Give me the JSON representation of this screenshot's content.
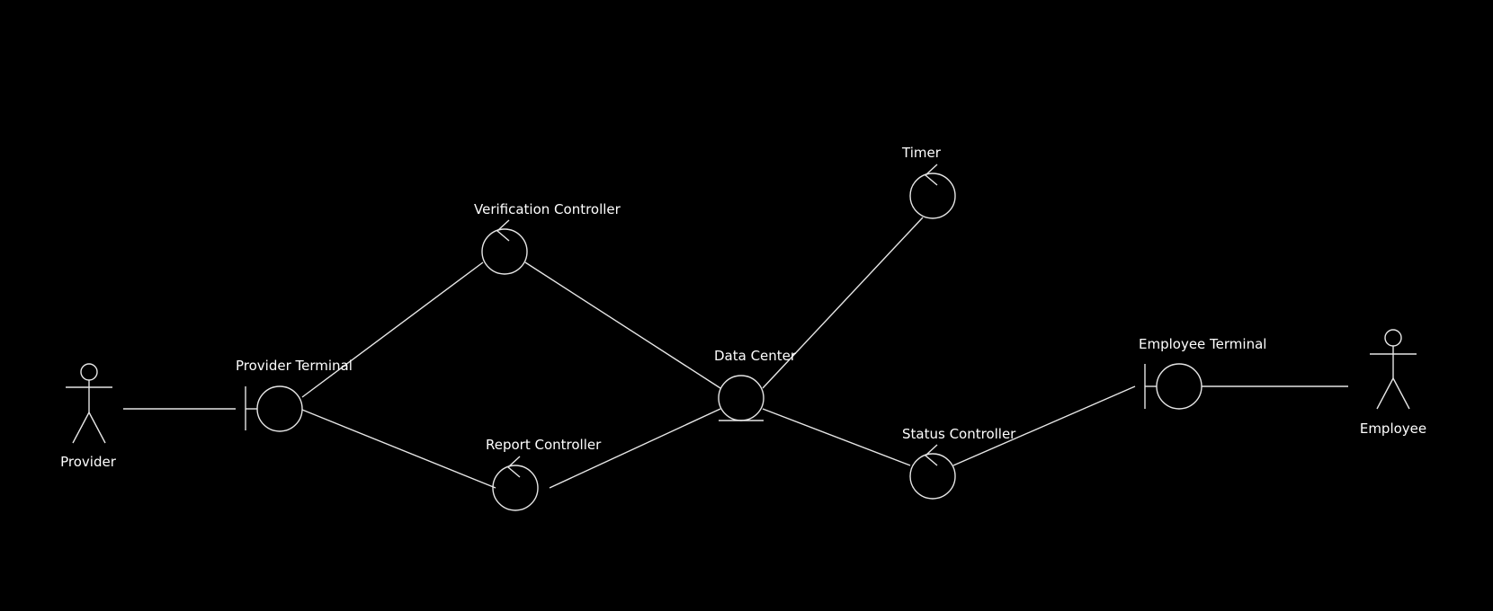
{
  "diagram": {
    "type": "UML robustness (analysis class) diagram",
    "colors": {
      "background": "#000000",
      "line": "#e6e6e6",
      "text": "#ffffff"
    },
    "nodes": [
      {
        "id": "provider",
        "kind": "actor",
        "label": "Provider"
      },
      {
        "id": "provider_terminal",
        "kind": "boundary",
        "label": "Provider Terminal"
      },
      {
        "id": "verification_controller",
        "kind": "control",
        "label": "Verification Controller"
      },
      {
        "id": "report_controller",
        "kind": "control",
        "label": "Report Controller"
      },
      {
        "id": "data_center",
        "kind": "entity",
        "label": "Data Center"
      },
      {
        "id": "timer",
        "kind": "control",
        "label": "Timer"
      },
      {
        "id": "status_controller",
        "kind": "control",
        "label": "Status Controller"
      },
      {
        "id": "employee_terminal",
        "kind": "boundary",
        "label": "Employee Terminal"
      },
      {
        "id": "employee",
        "kind": "actor",
        "label": "Employee"
      }
    ],
    "edges": [
      {
        "from": "provider",
        "to": "provider_terminal"
      },
      {
        "from": "provider_terminal",
        "to": "verification_controller"
      },
      {
        "from": "provider_terminal",
        "to": "report_controller"
      },
      {
        "from": "verification_controller",
        "to": "data_center"
      },
      {
        "from": "report_controller",
        "to": "data_center"
      },
      {
        "from": "data_center",
        "to": "timer"
      },
      {
        "from": "data_center",
        "to": "status_controller"
      },
      {
        "from": "status_controller",
        "to": "employee_terminal"
      },
      {
        "from": "employee_terminal",
        "to": "employee"
      }
    ]
  }
}
